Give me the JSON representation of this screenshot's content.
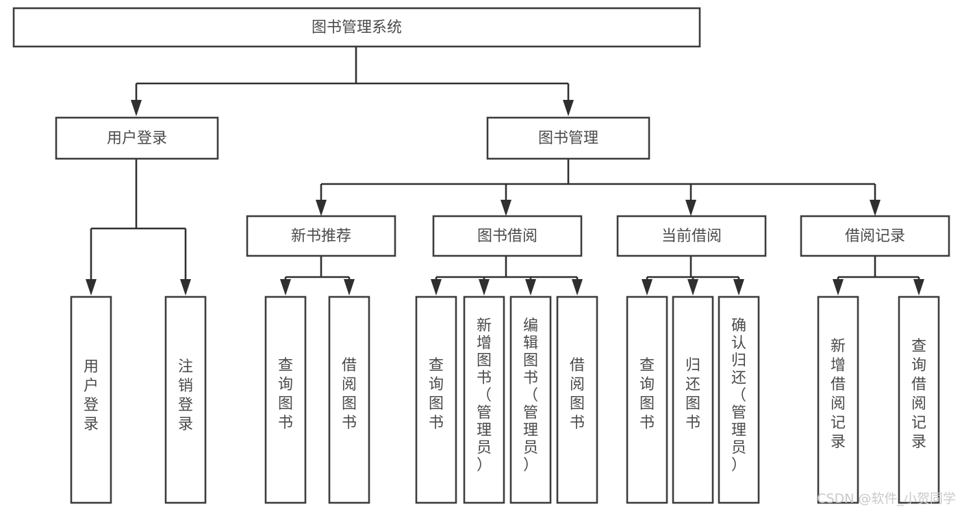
{
  "diagram": {
    "type": "tree-hierarchy",
    "title": "图书管理系统",
    "colors": {
      "background": "#ffffff",
      "box_stroke": "#3c3c3c",
      "box_fill": "#ffffff",
      "text": "#4a4a4a",
      "connector": "#2f2f2f",
      "watermark": "#c9c9c9"
    },
    "root": {
      "label": "图书管理系统",
      "level": 0
    },
    "level1": [
      {
        "label": "用户登录"
      },
      {
        "label": "图书管理"
      }
    ],
    "level2": [
      {
        "label": "新书推荐",
        "parent": "图书管理"
      },
      {
        "label": "图书借阅",
        "parent": "图书管理"
      },
      {
        "label": "当前借阅",
        "parent": "图书管理"
      },
      {
        "label": "借阅记录",
        "parent": "图书管理"
      }
    ],
    "leaves": {
      "用户登录": [
        {
          "label": "用户登录"
        },
        {
          "label": "注销登录"
        }
      ],
      "新书推荐": [
        {
          "label": "查询图书"
        },
        {
          "label": "借阅图书"
        }
      ],
      "图书借阅": [
        {
          "label": "查询图书"
        },
        {
          "label": "新增图书（管理员）"
        },
        {
          "label": "编辑图书（管理员）"
        },
        {
          "label": "借阅图书"
        }
      ],
      "当前借阅": [
        {
          "label": "查询图书"
        },
        {
          "label": "归还图书"
        },
        {
          "label": "确认归还（管理员）"
        }
      ],
      "借阅记录": [
        {
          "label": "新增借阅记录"
        },
        {
          "label": "查询借阅记录"
        }
      ]
    }
  },
  "watermark": {
    "text": "CSDN @软件_小贺同学"
  }
}
